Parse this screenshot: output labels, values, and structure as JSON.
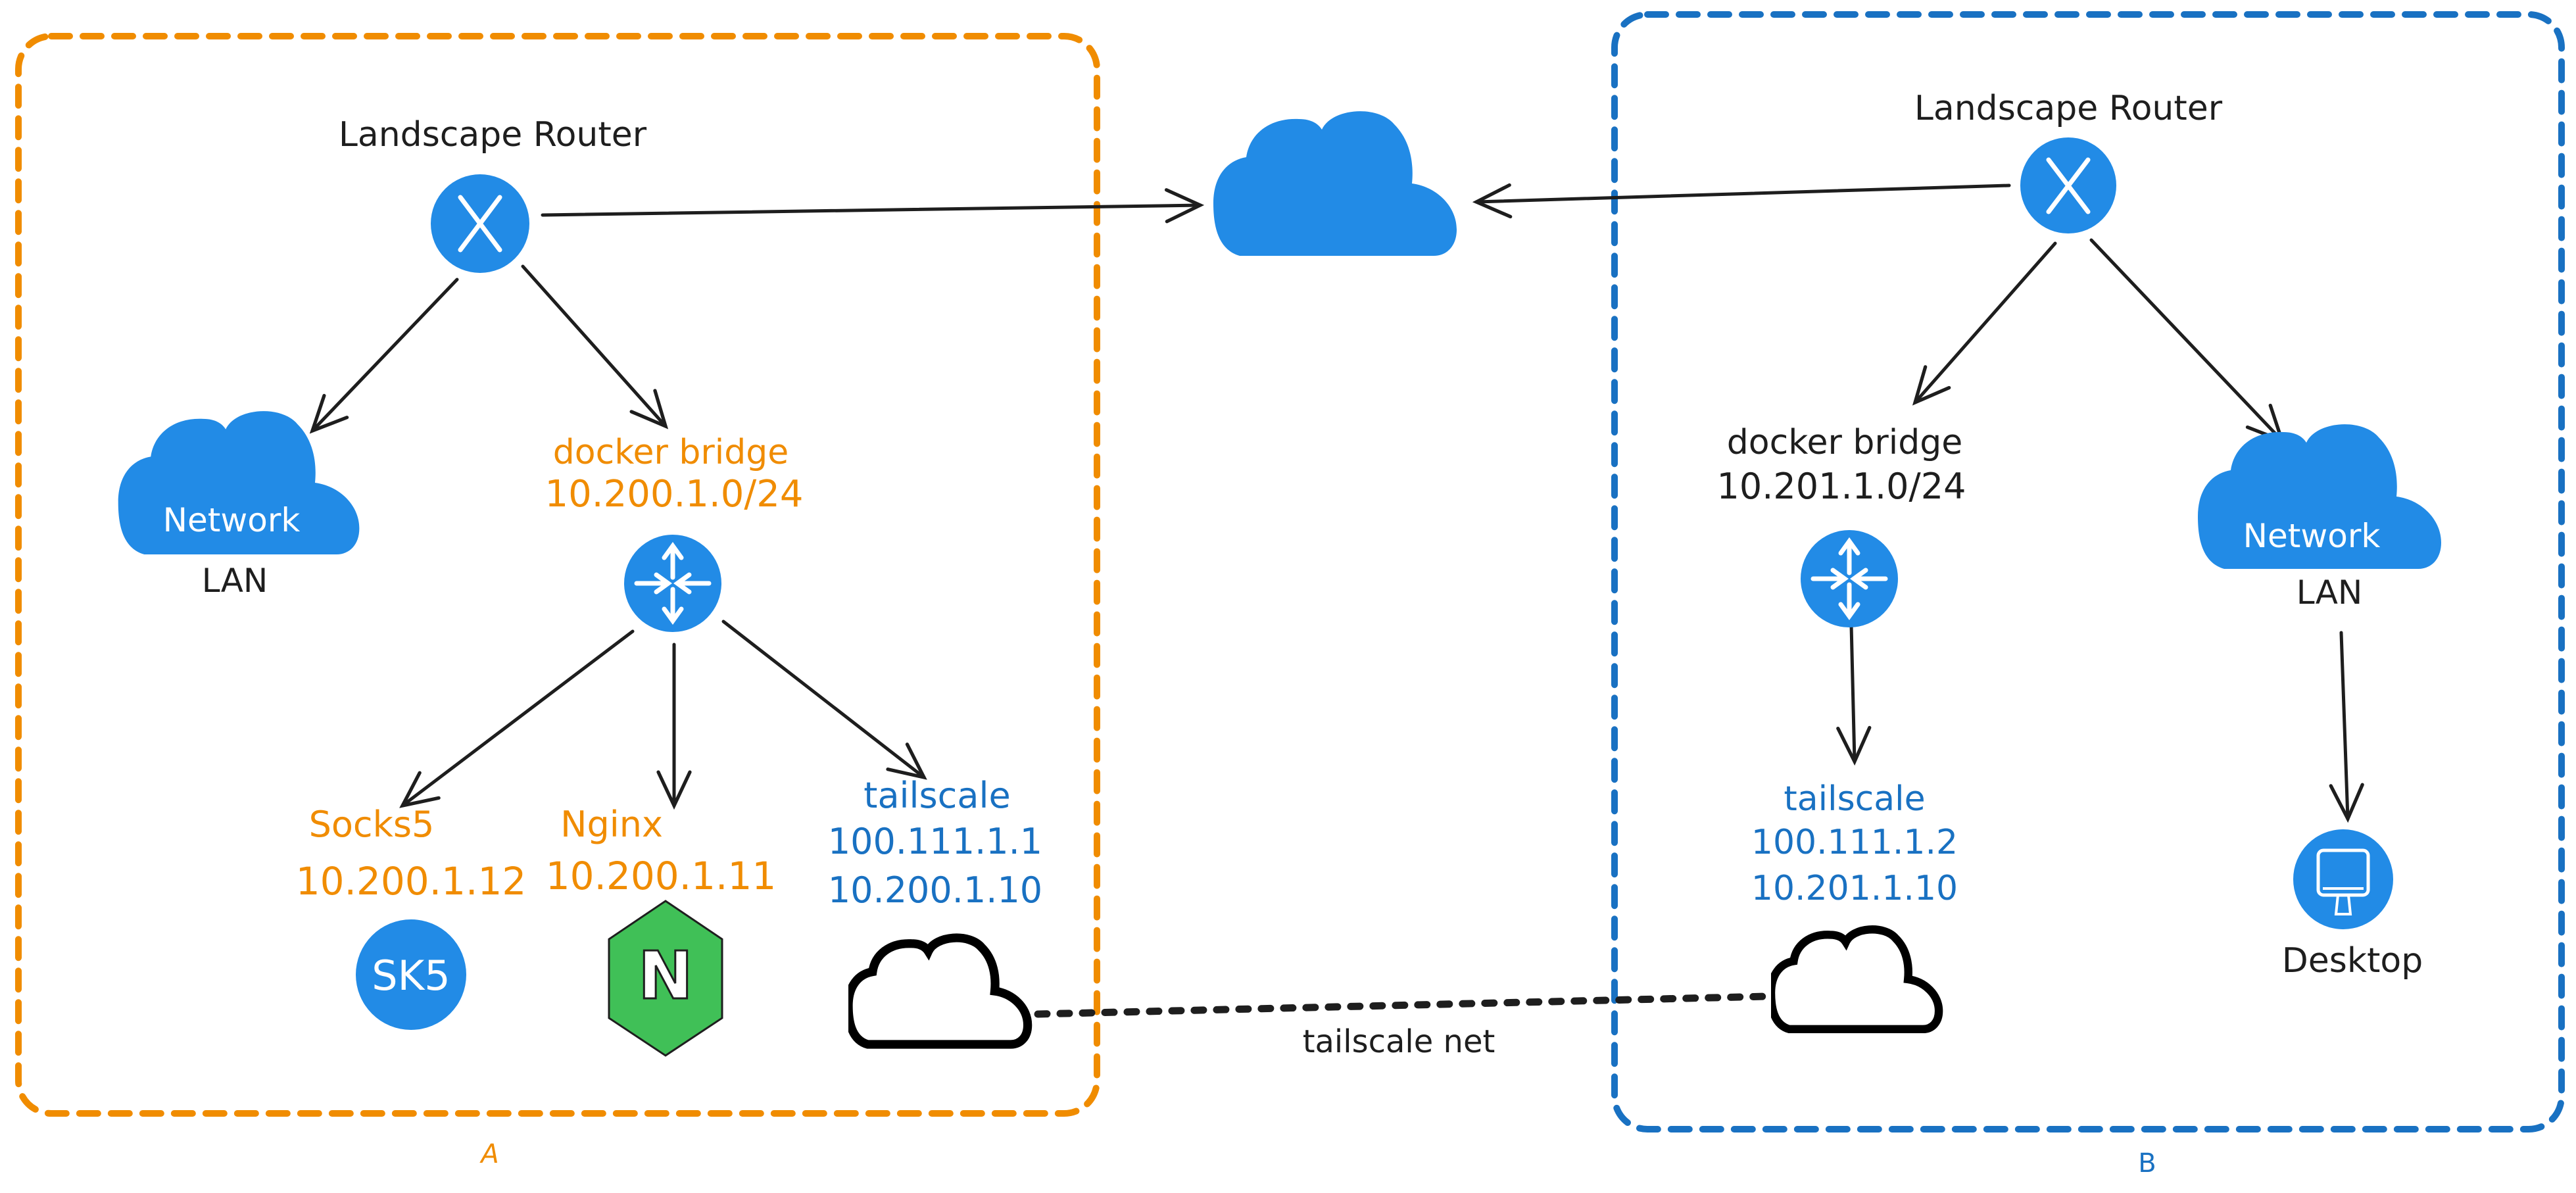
{
  "colors": {
    "orange": "#f08c00",
    "blue": "#1971c2",
    "icon_blue": "#228be6",
    "ink": "#1e1e1e",
    "nginx_green": "#40c057"
  },
  "internet": {
    "icon": "cloud-icon"
  },
  "links": {
    "tailscale_net_label": "tailscale net"
  },
  "site_a": {
    "label": "A",
    "router": {
      "label": "Landscape Router",
      "icon": "router-x-icon"
    },
    "lan": {
      "cloud_text": "Network",
      "label": "LAN",
      "icon": "cloud-icon"
    },
    "docker_bridge": {
      "name": "docker bridge",
      "subnet": "10.200.1.0/24",
      "icon": "switch-arrows-icon"
    },
    "socks5": {
      "name": "Socks5",
      "ip": "10.200.1.12",
      "badge": "SK5"
    },
    "nginx": {
      "name": "Nginx",
      "ip": "10.200.1.11",
      "badge": "N"
    },
    "tailscale": {
      "name": "tailscale",
      "ip_tailnet": "100.111.1.1",
      "ip_bridge": "10.200.1.10",
      "icon": "cloud-outline-icon"
    }
  },
  "site_b": {
    "label": "B",
    "router": {
      "label": "Landscape Router",
      "icon": "router-x-icon"
    },
    "lan": {
      "cloud_text": "Network",
      "label": "LAN",
      "icon": "cloud-icon"
    },
    "docker_bridge": {
      "name": "docker bridge",
      "subnet": "10.201.1.0/24",
      "icon": "switch-arrows-icon"
    },
    "tailscale": {
      "name": "tailscale",
      "ip_tailnet": "100.111.1.2",
      "ip_bridge": "10.201.1.10",
      "icon": "cloud-outline-icon"
    },
    "desktop": {
      "label": "Desktop",
      "icon": "monitor-icon"
    }
  }
}
